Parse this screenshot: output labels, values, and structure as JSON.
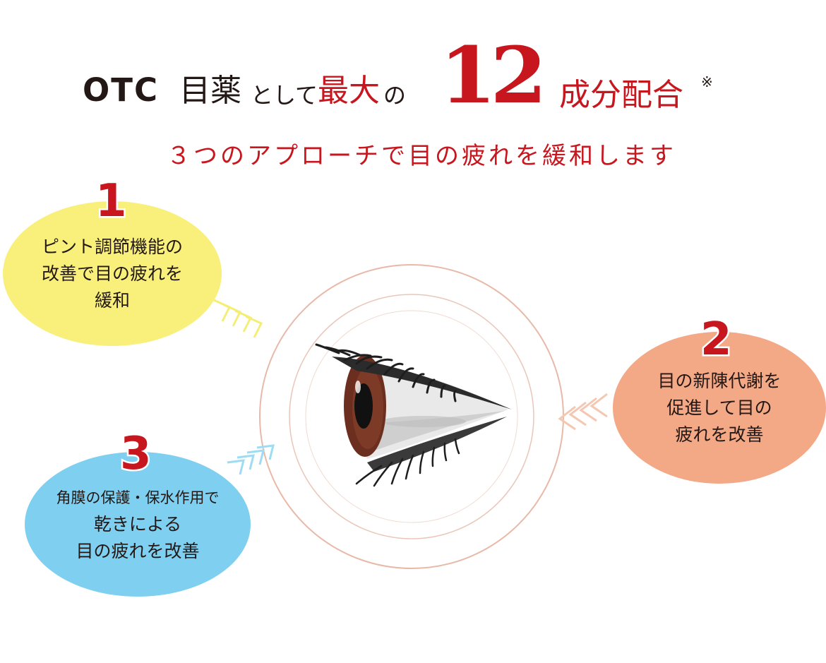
{
  "headline": {
    "otc": "OTC",
    "medicine": "目薬",
    "as": "として",
    "max": "最大",
    "no": "の",
    "count": "12",
    "ingredients": "成分配合",
    "note_mark": "※"
  },
  "subtitle": "３つのアプローチで目の疲れを緩和します",
  "approaches": [
    {
      "number": "1",
      "lines": [
        "ピント調節機能の",
        "改善で目の疲れを",
        "緩和"
      ],
      "color": "#f8f07a"
    },
    {
      "number": "2",
      "lines": [
        "目の新陳代謝を",
        "促進して目の",
        "疲れを改善"
      ],
      "color": "#f3a886"
    },
    {
      "number": "3",
      "lines": [
        "角膜の保護・保水作用で",
        "乾きによる",
        "目の疲れを改善"
      ],
      "color": "#7fd0f0"
    }
  ],
  "colors": {
    "accent_red": "#c8161e",
    "ring": "#e8b9a8",
    "iris": "#6b2e1f"
  },
  "icons": [
    "eye-illustration",
    "chevron-arrows-icon"
  ]
}
